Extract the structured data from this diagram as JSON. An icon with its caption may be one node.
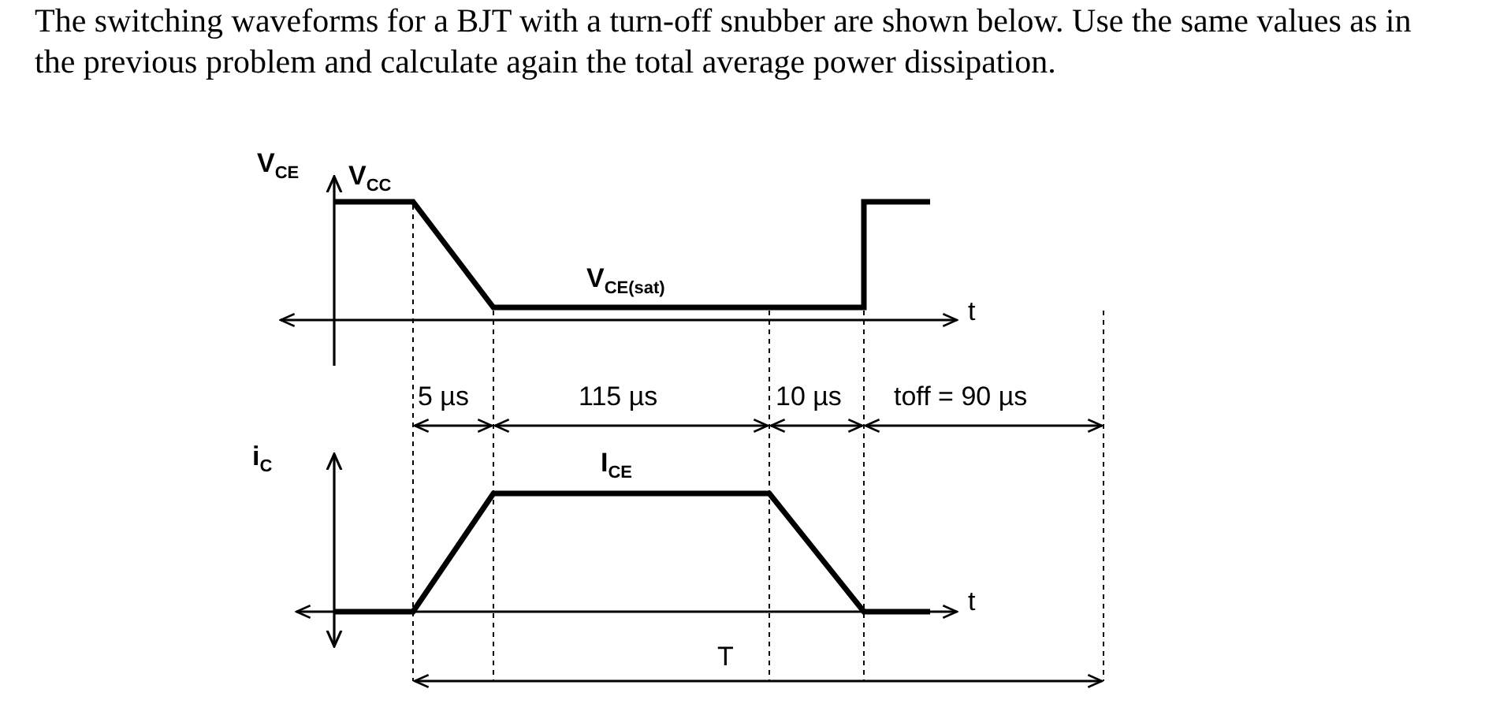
{
  "diagram": {
    "title": "The switching waveforms for a BJT with a turn-off snubber are shown below. Use the same values as in the previous problem and calculate again the total average power dissipation.",
    "labels": [
      "V$_{CE}$",
      "V$_{CC}$",
      "V$_{CE(sat)}$",
      "t",
      "5 µs",
      "115 µs",
      "10 µs",
      "toff = 90 µs",
      "i$_{C}$",
      "I$_{CE}$",
      "t",
      "T"
    ]
  }
}
